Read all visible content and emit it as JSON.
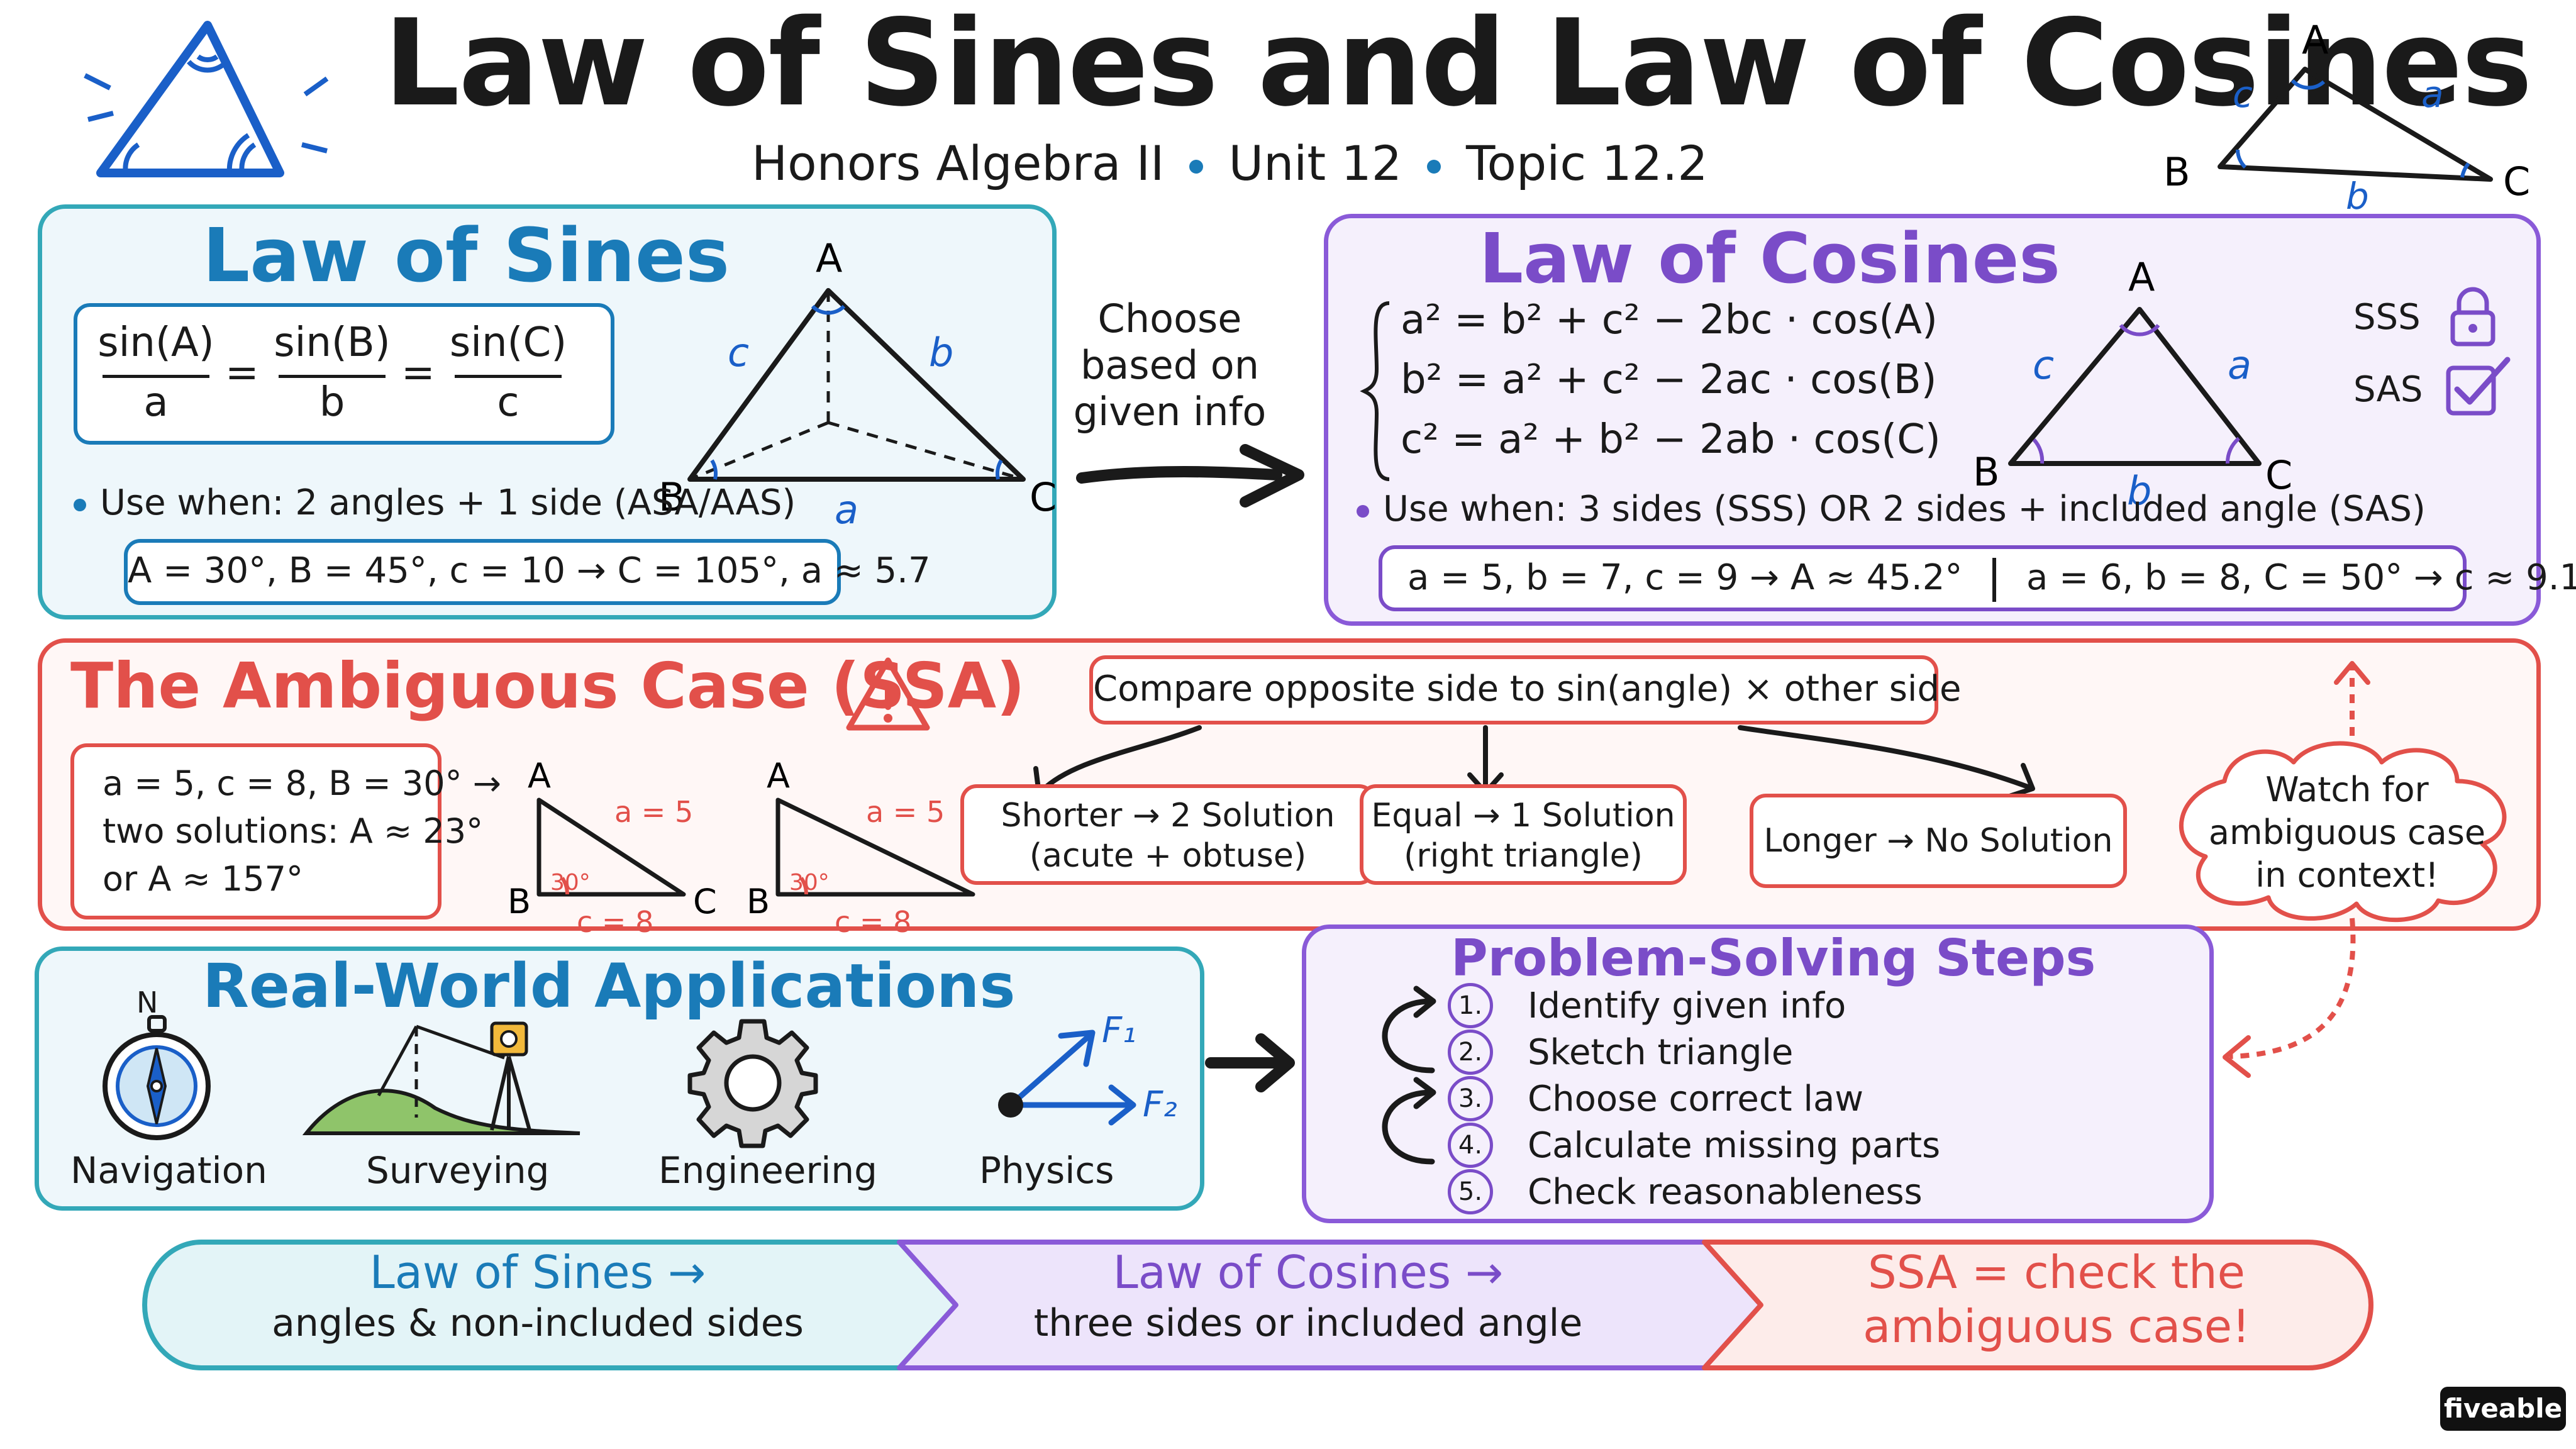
{
  "header": {
    "title": "Law of Sines and Law of Cosines",
    "course": "Honors Algebra II",
    "unit": "Unit 12",
    "topic": "Topic 12.2",
    "triangle_labels": {
      "A": "A",
      "B": "B",
      "C": "C",
      "a": "a",
      "b": "b",
      "c": "c"
    }
  },
  "sines": {
    "title": "Law of Sines",
    "num1": "sin(A)",
    "den1": "a",
    "num2": "sin(B)",
    "den2": "b",
    "num3": "sin(C)",
    "den3": "c",
    "eq": "=",
    "use_when": "Use when: 2 angles + 1 side (ASA/AAS)",
    "example": "A = 30°, B = 45°, c = 10 → C = 105°, a ≈ 5.7",
    "tri": {
      "A": "A",
      "B": "B",
      "C": "C",
      "a": "a",
      "b": "b",
      "c": "c"
    }
  },
  "middle_note": [
    "Choose",
    "based on",
    "given info"
  ],
  "cosines": {
    "title": "Law of Cosines",
    "eq1": "a² = b² + c² − 2bc · cos(A)",
    "eq2": "b² = a² + c² − 2ac · cos(B)",
    "eq3": "c² = a² + b² − 2ab · cos(C)",
    "sss": "SSS",
    "sas": "SAS",
    "use_when": "Use when: 3 sides (SSS) OR 2 sides + included angle (SAS)",
    "example1": "a = 5, b = 7, c = 9 → A ≈ 45.2°",
    "example2": "a = 6, b = 8, C = 50° → c ≈ 9.1",
    "tri": {
      "A": "A",
      "B": "B",
      "C": "C",
      "a": "a",
      "b": "b",
      "c": "c"
    }
  },
  "ambiguous": {
    "title": "The Ambiguous Case (SSA)",
    "example_lines": [
      "a = 5, c = 8, B = 30° →",
      "two solutions: A ≈ 23°",
      "or A ≈ 157°"
    ],
    "tri1": {
      "A": "A",
      "B": "B",
      "C": "C",
      "a": "a = 5",
      "c": "c = 8",
      "angle": "30°"
    },
    "tri2": {
      "A": "A",
      "B": "B",
      "a": "a = 5",
      "c": "c = 8",
      "angle": "30°"
    },
    "compare": "Compare opposite side to sin(angle) × other side",
    "shorter": [
      "Shorter → 2 Solution",
      "(acute + obtuse)"
    ],
    "equal": [
      "Equal → 1 Solution",
      "(right triangle)"
    ],
    "longer": "Longer → No Solution",
    "cloud": [
      "Watch for",
      "ambiguous case",
      "in context!"
    ]
  },
  "applications": {
    "title": "Real-World Applications",
    "north": "N",
    "items": [
      "Navigation",
      "Surveying",
      "Engineering",
      "Physics"
    ],
    "f1": "F₁",
    "f2": "F₂"
  },
  "steps": {
    "title": "Problem-Solving Steps",
    "items": [
      {
        "num": "1.",
        "text": "Identify given info"
      },
      {
        "num": "2.",
        "text": "Sketch triangle"
      },
      {
        "num": "3.",
        "text": "Choose correct law"
      },
      {
        "num": "4.",
        "text": "Calculate missing parts"
      },
      {
        "num": "5.",
        "text": "Check reasonableness"
      }
    ]
  },
  "summary": {
    "sines_title": "Law of Sines →",
    "sines_sub": "angles & non-included sides",
    "cosines_title": "Law of Cosines →",
    "cosines_sub": "three sides or included angle",
    "ssa_line1": "SSA = check the",
    "ssa_line2": "ambiguous case!"
  },
  "brand": "fiveable",
  "colors": {
    "blue": "#1a7bb8",
    "blue_bg": "#eef7fb",
    "teal_border": "#33a8b8",
    "purple": "#7a4cc8",
    "purple_bg": "#f5f0fc",
    "red": "#e2504a",
    "red_bg": "#fff7f6"
  }
}
